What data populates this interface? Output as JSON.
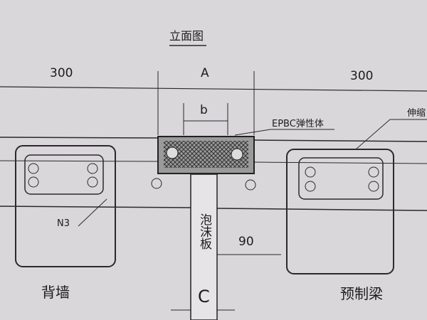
{
  "title": "立面图",
  "dimensions": {
    "left": "300",
    "joint_width": "A",
    "right": "300",
    "inner_width": "b",
    "offset": "90",
    "gap": "C"
  },
  "labels": {
    "epbc": "EPBC弹性体",
    "expansion": "伸缩",
    "rebar": "N3",
    "foam": "泡沫板",
    "back_wall": "背墙",
    "precast_beam": "预制梁"
  }
}
